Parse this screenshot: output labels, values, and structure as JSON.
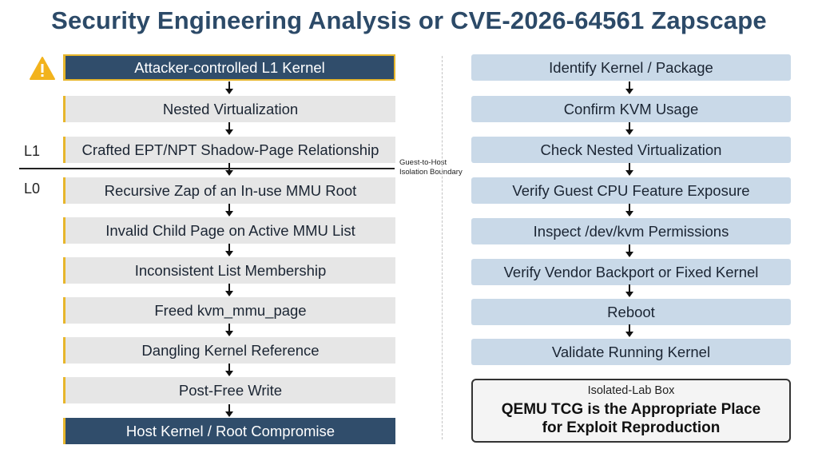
{
  "title": "Security Engineering Analysis or CVE-2026-64561 Zapscape",
  "boundary": {
    "upper_level": "L1",
    "lower_level": "L0",
    "label_line1": "Guest-to-Host",
    "label_line2": "Isolation Boundary"
  },
  "attack_chain": [
    "Attacker-controlled L1 Kernel",
    "Nested Virtualization",
    "Crafted EPT/NPT Shadow-Page Relationship",
    "Recursive Zap of an In-use MMU Root",
    "Invalid Child Page on Active MMU List",
    "Inconsistent List Membership",
    "Freed kvm_mmu_page",
    "Dangling Kernel Reference",
    "Post-Free Write",
    "Host Kernel / Root Compromise"
  ],
  "remediation_steps": [
    "Identify Kernel / Package",
    "Confirm KVM Usage",
    "Check Nested Virtualization",
    "Verify Guest CPU Feature Exposure",
    "Inspect /dev/kvm Permissions",
    "Verify Vendor Backport or Fixed Kernel",
    "Reboot",
    "Validate Running Kernel"
  ],
  "lab_box": {
    "title": "Isolated-Lab Box",
    "line1": "QEMU TCG is the Appropriate Place",
    "line2": "for Exploit Reproduction"
  },
  "colors": {
    "title": "#2c4a68",
    "dark_step": "#304d6b",
    "grey_step": "#e6e6e6",
    "blue_step": "#c9d9e8",
    "accent": "#e7b62c"
  }
}
